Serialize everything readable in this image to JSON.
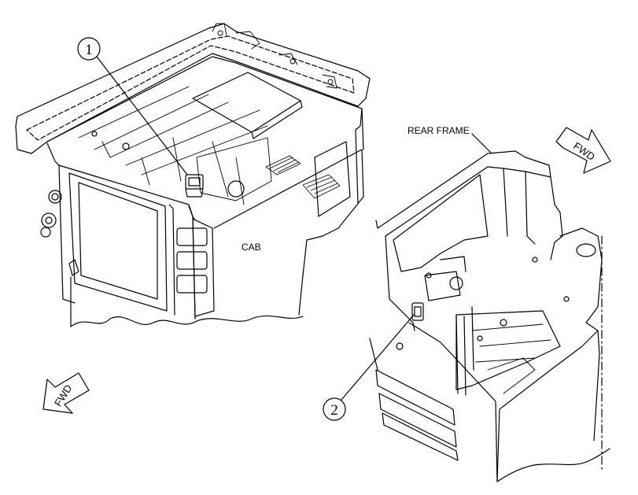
{
  "labels": {
    "cab": "CAB",
    "rear_frame": "REAR FRAME",
    "fwd_left": "FWD",
    "fwd_right": "FWD"
  },
  "callouts": [
    {
      "id": "1"
    },
    {
      "id": "2"
    }
  ],
  "colors": {
    "ink": "#000000",
    "paper": "#ffffff"
  }
}
